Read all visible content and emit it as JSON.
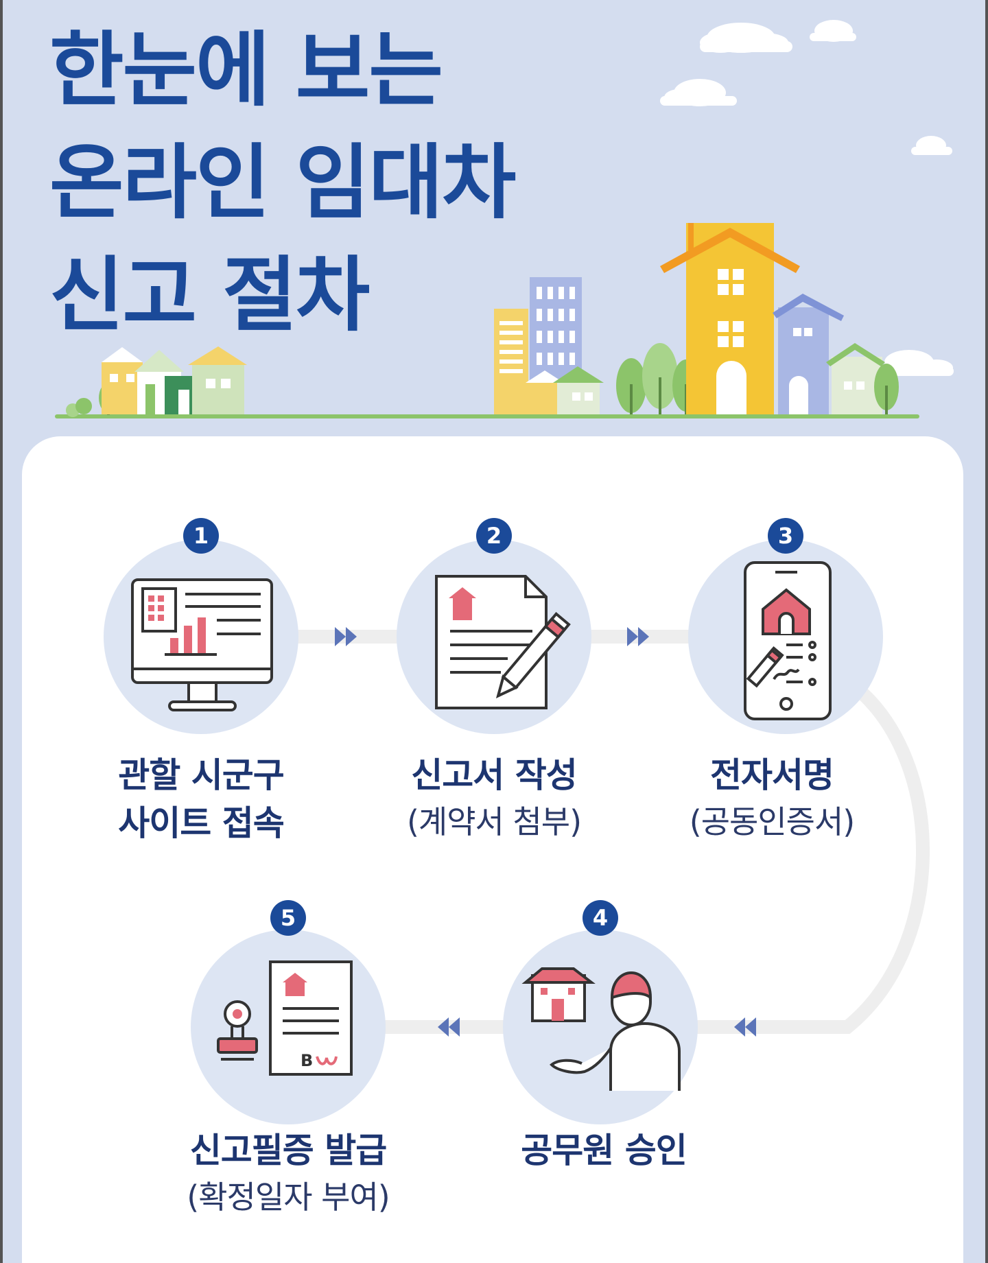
{
  "title": {
    "line1": "한눈에 보는",
    "line2": "온라인 임대차",
    "line3": "신고 절차"
  },
  "colors": {
    "title": "#1b4a99",
    "sky": "#d4ddef",
    "step_circle": "#dde5f3",
    "accent_pink": "#e46a78",
    "card": "#ffffff"
  },
  "steps": [
    {
      "number": "1",
      "main1": "관할 시군구",
      "main2": "사이트 접속",
      "sub": "",
      "icon": "computer-monitor-icon"
    },
    {
      "number": "2",
      "main1": "신고서 작성",
      "main2": "",
      "sub": "(계약서 첨부)",
      "icon": "document-pen-icon"
    },
    {
      "number": "3",
      "main1": "전자서명",
      "main2": "",
      "sub": "(공동인증서)",
      "icon": "smartphone-signature-icon"
    },
    {
      "number": "4",
      "main1": "공무원 승인",
      "main2": "",
      "sub": "",
      "icon": "official-house-icon"
    },
    {
      "number": "5",
      "main1": "신고필증 발급",
      "main2": "",
      "sub": "(확정일자 부여)",
      "icon": "stamp-certificate-icon"
    }
  ]
}
